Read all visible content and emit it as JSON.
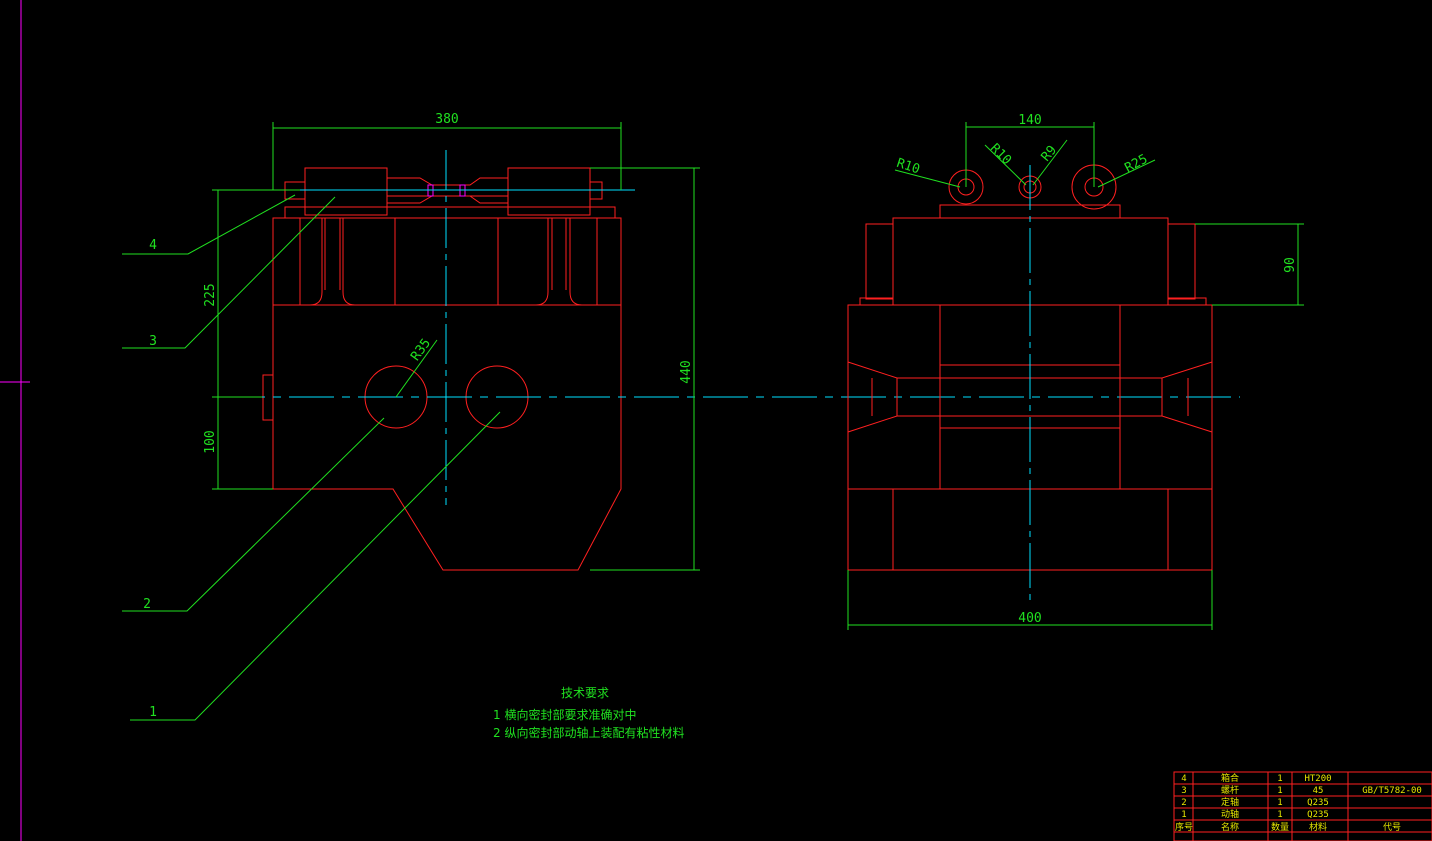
{
  "dimensions": {
    "front_width": "380",
    "front_height_total": "440",
    "front_height_upper": "225",
    "front_height_lower": "100",
    "hole_radius": "R35",
    "side_width": "400",
    "side_top_span": "140",
    "side_right_height": "90",
    "radius_r10_left": "R10",
    "radius_r10_mid": "R10",
    "radius_r9": "R9",
    "radius_r25": "R25"
  },
  "balloons": [
    "4",
    "3",
    "2",
    "1"
  ],
  "technical_requirements": {
    "title": "技术要求",
    "items": [
      "1  横向密封部要求准确对中",
      "2  纵向密封部动轴上装配有粘性材料"
    ]
  },
  "parts_table": {
    "rows": [
      {
        "no": "4",
        "name": "箱合",
        "qty": "1",
        "material": "HT200",
        "code": ""
      },
      {
        "no": "3",
        "name": "螺杆",
        "qty": "1",
        "material": "45",
        "code": "GB/T5782-00"
      },
      {
        "no": "2",
        "name": "定轴",
        "qty": "1",
        "material": "Q235",
        "code": ""
      },
      {
        "no": "1",
        "name": "动轴",
        "qty": "1",
        "material": "Q235",
        "code": ""
      }
    ],
    "header": {
      "no": "序号",
      "name": "名称",
      "qty": "数量",
      "material": "材料",
      "code": "代号"
    }
  },
  "colors": {
    "background": "#000000",
    "geometry": "#ff2020",
    "dimension": "#20e020",
    "centerline": "#00e0ff",
    "highlight": "#ff00ff",
    "table_text": "#e6e600"
  }
}
